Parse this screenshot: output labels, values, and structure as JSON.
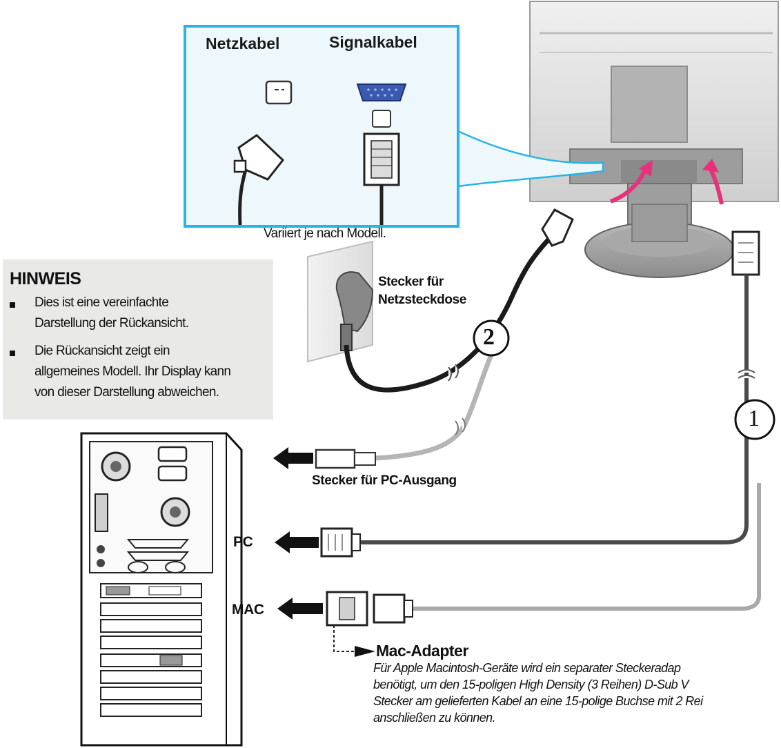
{
  "inset": {
    "power_cable_label": "Netzkabel",
    "signal_cable_label": "Signalkabel",
    "note": "Variiert je nach Modell."
  },
  "wall_plug_label_line1": "Stecker für",
  "wall_plug_label_line2": "Netzsteckdose",
  "pc_out_plug_label": "Stecker für PC-Ausgang",
  "step_numbers": {
    "power": "2",
    "signal": "1"
  },
  "hinweis": {
    "title": "HINWEIS",
    "lines": [
      "Dies ist eine vereinfachte",
      "Darstellung der Rückansicht.",
      "Die Rückansicht zeigt ein",
      "allgemeines Modell. Ihr Display kann",
      "von dieser Darstellung abweichen."
    ]
  },
  "pc_label": "PC",
  "mac_label": "MAC",
  "mac_adapter": {
    "title": "Mac-Adapter",
    "lines": [
      "Für Apple Macintosh-Geräte wird ein separater Steckeradap",
      "benötigt, um den 15-poligen High Density (3 Reihen) D-Sub V",
      "Stecker am gelieferten Kabel an eine 15-polige Buchse mit 2 Rei",
      "anschließen zu können."
    ]
  },
  "colors": {
    "inset_border": "#27b4e6",
    "inset_fill": "#eef8fc",
    "arrow_pink": "#e7327b",
    "power_cable": "#1b1b1b",
    "pc_power_cable": "#b5b5b5",
    "vga_plug_blue": "#3a5ab0"
  }
}
